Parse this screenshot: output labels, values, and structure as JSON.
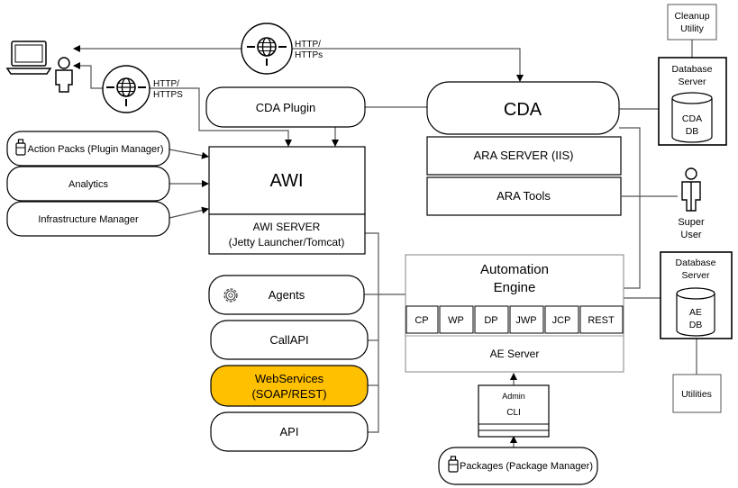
{
  "http_top": {
    "line1": "HTTP/",
    "line2": "HTTPs"
  },
  "http_left": {
    "line1": "HTTP/",
    "line2": "HTTPS"
  },
  "cda_plugin": "CDA Plugin",
  "cda": "CDA",
  "action_packs": "Action Packs (Plugin Manager)",
  "analytics": "Analytics",
  "infrastructure_manager": "Infrastructure Manager",
  "awi": "AWI",
  "awi_server": {
    "line1": "AWI SERVER",
    "line2": "(Jetty Launcher/Tomcat)"
  },
  "ara_server": "ARA SERVER (IIS)",
  "ara_tools": "ARA Tools",
  "cleanup_utility": {
    "line1": "Cleanup",
    "line2": "Utility"
  },
  "db_server_top": {
    "line1": "Database",
    "line2": "Server",
    "db_line1": "CDA",
    "db_line2": "DB"
  },
  "db_server_bottom": {
    "line1": "Database",
    "line2": "Server",
    "db_line1": "AE",
    "db_line2": "DB"
  },
  "super_user": {
    "line1": "Super",
    "line2": "User"
  },
  "automation_engine": {
    "line1": "Automation",
    "line2": "Engine"
  },
  "ae_processes": [
    "CP",
    "WP",
    "DP",
    "JWP",
    "JCP",
    "REST"
  ],
  "ae_server": "AE Server",
  "agents": "Agents",
  "callapi": "CallAPI",
  "webservices": {
    "line1": "WebServices",
    "line2": "(SOAP/REST)"
  },
  "api": "API",
  "admin_cli": {
    "line1": "Admin",
    "line2": "CLI"
  },
  "utilities": "Utilities",
  "packages": "Packages (Package Manager)",
  "colors": {
    "highlight": "#FFC000",
    "stroke": "#000000",
    "line": "#555555",
    "db_border": "#000000"
  },
  "icons": [
    "laptop-icon",
    "user-icon",
    "globe-icon",
    "package-icon",
    "gear-icon",
    "super-user-icon"
  ]
}
